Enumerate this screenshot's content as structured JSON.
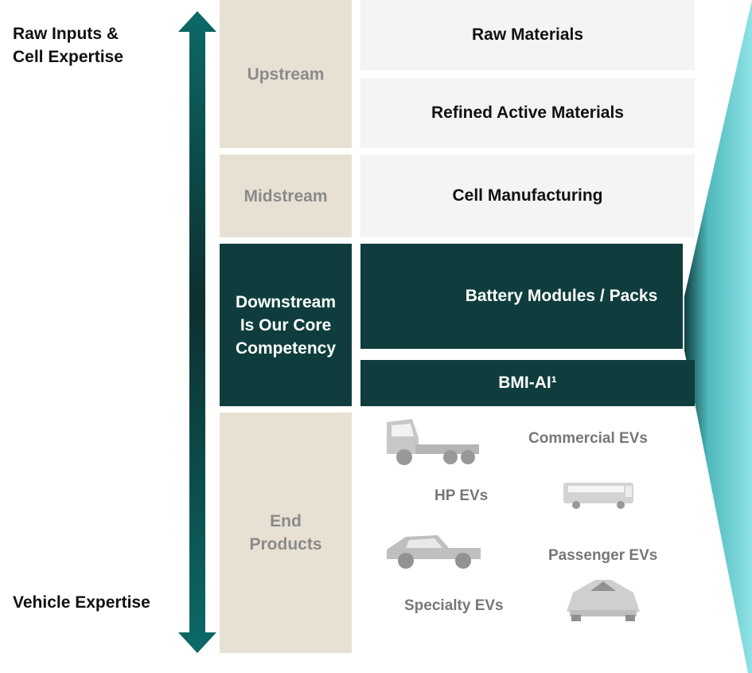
{
  "axis": {
    "top_label": "Raw Inputs &\nCell Expertise",
    "bottom_label": "Vehicle Expertise"
  },
  "categories": {
    "upstream": "Upstream",
    "midstream": "Midstream",
    "downstream": "Downstream\nIs Our Core\nCompetency",
    "end_products": "End\nProducts"
  },
  "stages": {
    "raw_materials": "Raw Materials",
    "refined_active_materials": "Refined Active Materials",
    "cell_manufacturing": "Cell Manufacturing",
    "battery_modules_packs": "Battery Modules / Packs",
    "bmi_ai": "BMI-AI¹"
  },
  "end_products": {
    "commercial_evs": "Commercial EVs",
    "hp_evs": "HP EVs",
    "passenger_evs": "Passenger EVs",
    "specialty_evs": "Specialty EVs"
  },
  "colors": {
    "dark_teal": "#0f3d3d",
    "beige": "#e8e1d3",
    "light_gray": "#f4f4f4",
    "cyan_highlight": "#7fd8dc"
  }
}
